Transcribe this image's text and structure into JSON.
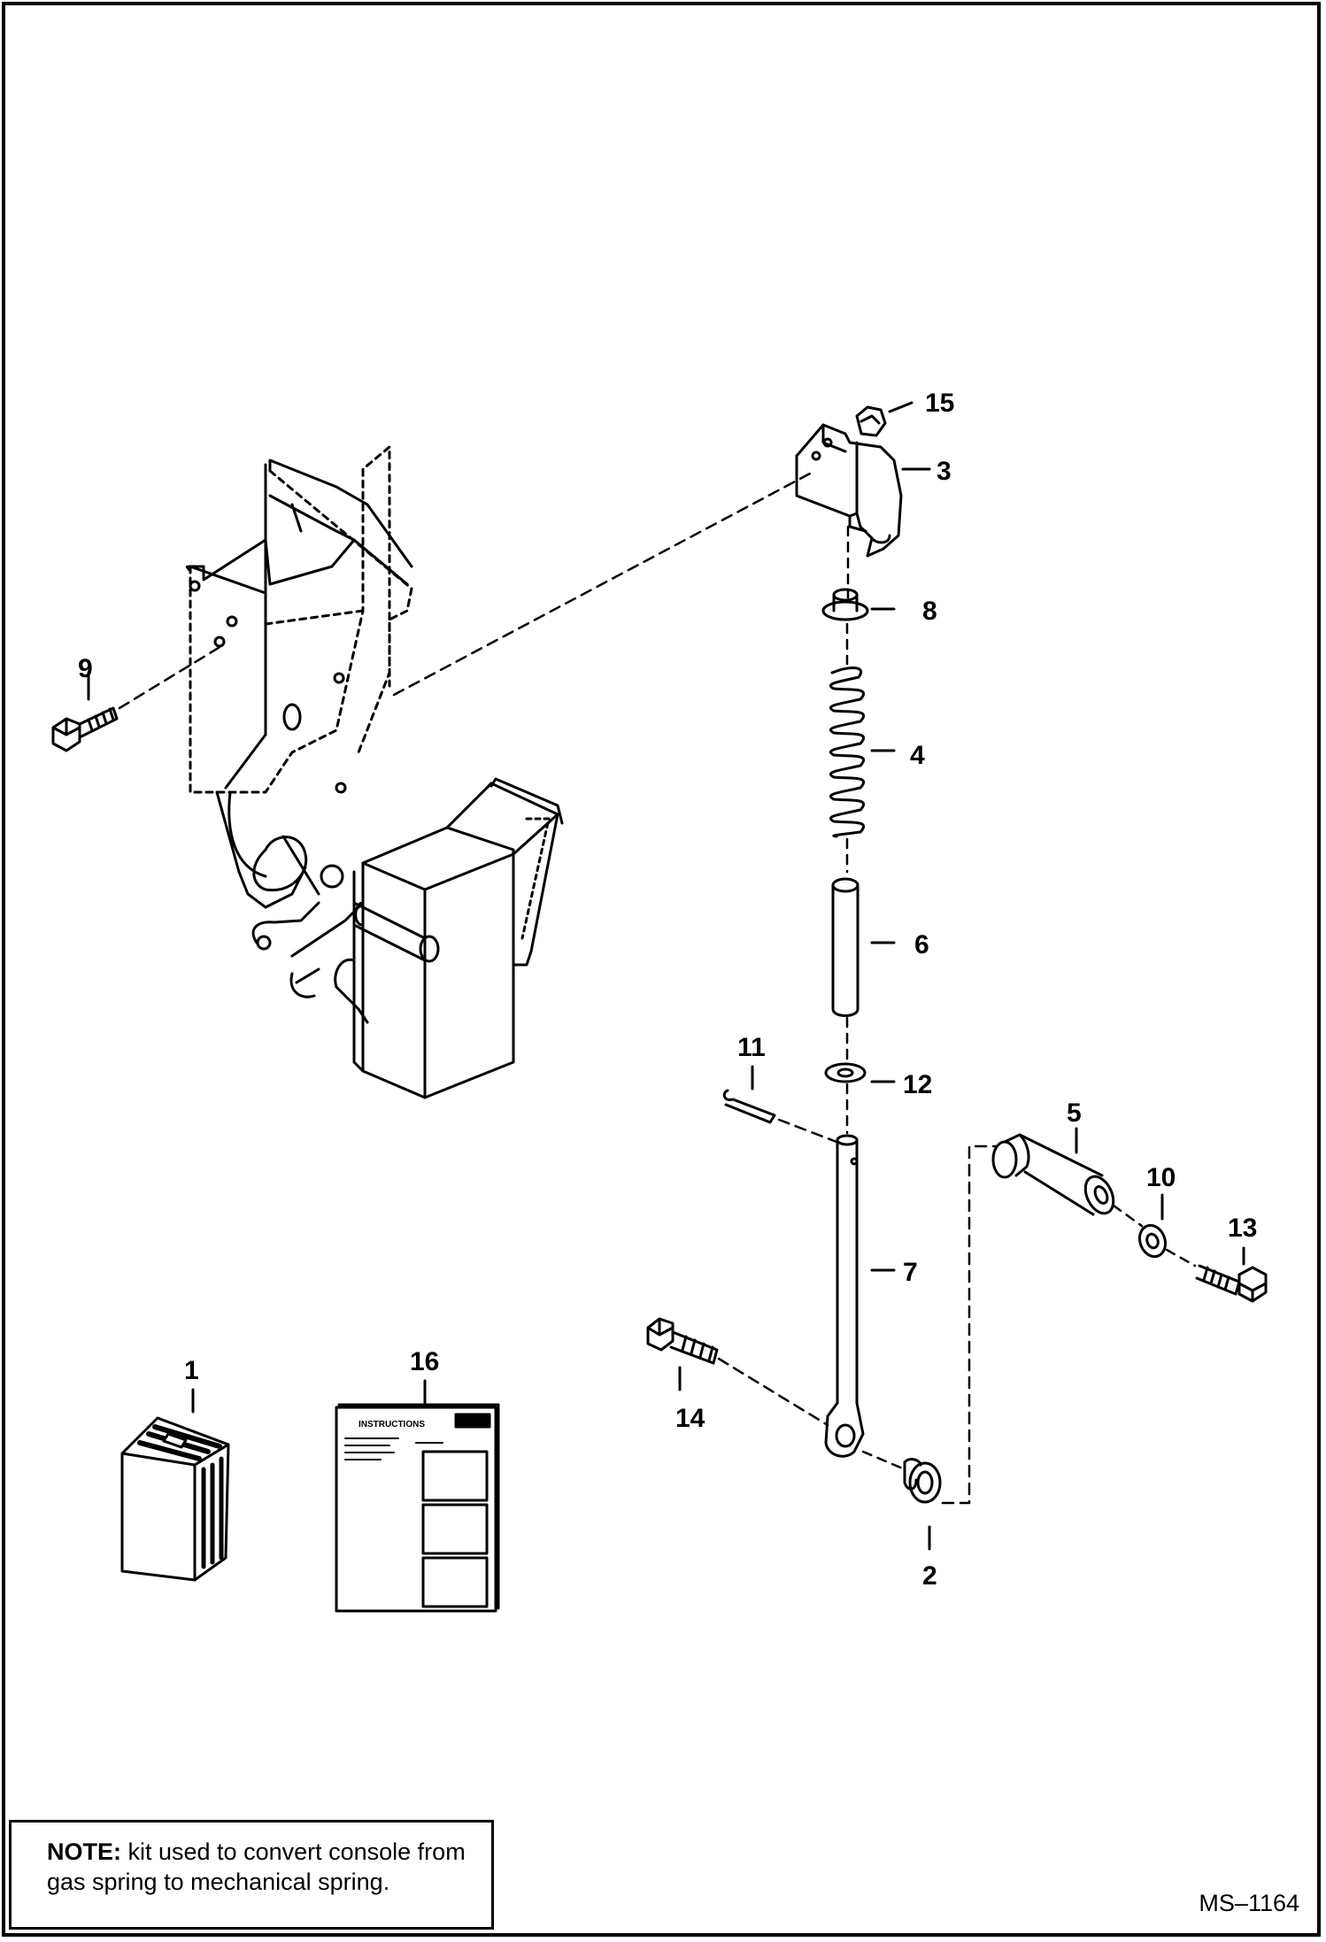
{
  "labels": {
    "l1": "1",
    "l2": "2",
    "l3": "3",
    "l4": "4",
    "l5": "5",
    "l6": "6",
    "l7": "7",
    "l8": "8",
    "l9": "9",
    "l10": "10",
    "l11": "11",
    "l12": "12",
    "l13": "13",
    "l14": "14",
    "l15": "15",
    "l16": "16"
  },
  "booklet": {
    "title": "INSTRUCTIONS"
  },
  "note": {
    "prefix": "NOTE:",
    "text": " kit used to convert console from gas spring to mechanical spring."
  },
  "drawing_code": "MS–1164"
}
